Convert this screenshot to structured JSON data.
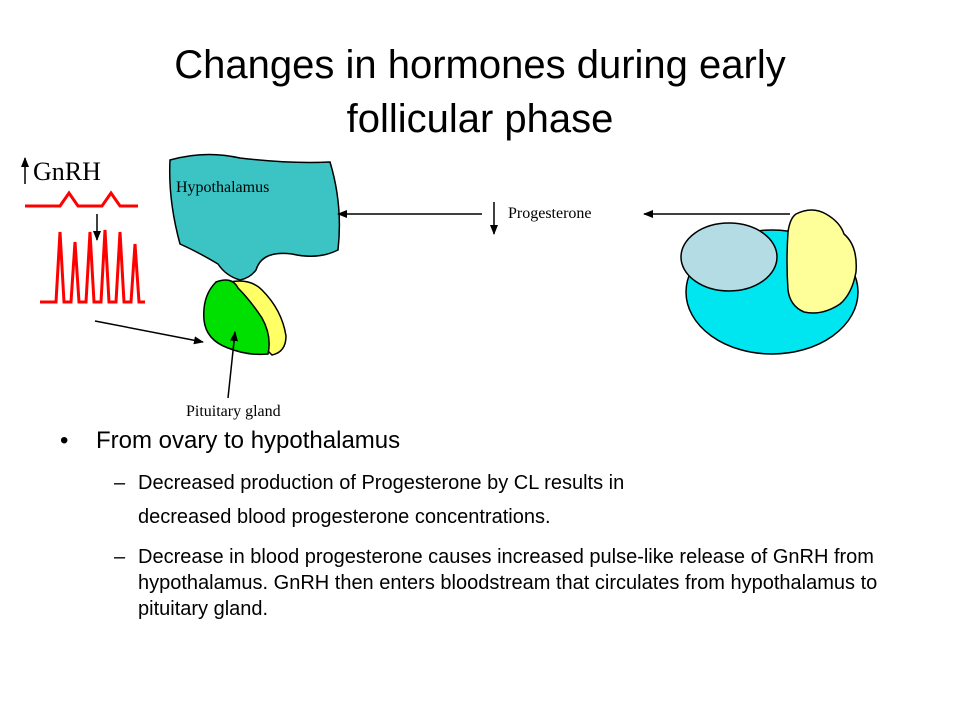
{
  "slide": {
    "title_line1": "Changes in hormones during early",
    "title_line2": "follicular phase"
  },
  "diagram": {
    "gnrh_label": "GnRH",
    "hypothalamus_label": "Hypothalamus",
    "progesterone_label": "Progesterone",
    "pituitary_label": "Pituitary gland",
    "colors": {
      "hypothalamus": "#3cc4c4",
      "pituitary_anterior": "#00e000",
      "pituitary_posterior": "#ffff66",
      "ovary": "#00e6f0",
      "follicle": "#b4dce4",
      "corpus_luteum": "#ffff99",
      "gnrh_pulse": "#ff0000"
    }
  },
  "bullets": {
    "main": "From ovary  to hypothalamus",
    "sub1_line1": "Decreased production of Progesterone by CL results in",
    "sub1_line2": "decreased blood progesterone concentrations.",
    "sub2": "Decrease in blood progesterone causes increased pulse-like release of GnRH from hypothalamus.  GnRH then enters bloodstream that circulates from hypothalamus to pituitary gland."
  }
}
